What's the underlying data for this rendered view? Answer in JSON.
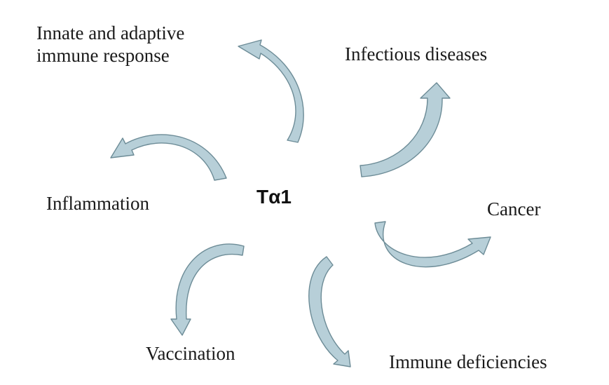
{
  "diagram": {
    "center": "Tα1",
    "nodes": [
      {
        "id": "innate",
        "label": "Innate and adaptive\nimmune response"
      },
      {
        "id": "infectious",
        "label": "Infectious diseases"
      },
      {
        "id": "inflammation",
        "label": "Inflammation"
      },
      {
        "id": "cancer",
        "label": "Cancer"
      },
      {
        "id": "vaccination",
        "label": "Vaccination"
      },
      {
        "id": "immune_deficiencies",
        "label": "Immune deficiencies"
      }
    ]
  },
  "colors": {
    "arrow_fill": "#b7cfd8",
    "arrow_stroke": "#6d8c97",
    "text": "#1a1a1a"
  }
}
